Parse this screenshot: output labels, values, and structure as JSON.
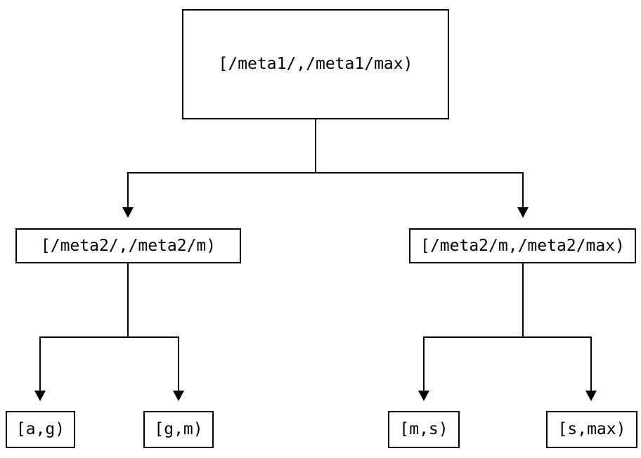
{
  "diagram": {
    "type": "tree",
    "colors": {
      "background": "#ffffff",
      "line": "#000000",
      "box_border": "#000000",
      "text": "#000000"
    },
    "nodes": {
      "root": {
        "label": "[/meta1/,/meta1/max)"
      },
      "meta2_low": {
        "label": "[/meta2/,/meta2/m)"
      },
      "meta2_high": {
        "label": "[/meta2/m,/meta2/max)"
      },
      "leaf_ag": {
        "label": "[a,g)"
      },
      "leaf_gm": {
        "label": "[g,m)"
      },
      "leaf_ms": {
        "label": "[m,s)"
      },
      "leaf_smax": {
        "label": "[s,max)"
      }
    },
    "edges": [
      {
        "from": "root",
        "to": "meta2_low"
      },
      {
        "from": "root",
        "to": "meta2_high"
      },
      {
        "from": "meta2_low",
        "to": "leaf_ag"
      },
      {
        "from": "meta2_low",
        "to": "leaf_gm"
      },
      {
        "from": "meta2_high",
        "to": "leaf_ms"
      },
      {
        "from": "meta2_high",
        "to": "leaf_smax"
      }
    ]
  }
}
